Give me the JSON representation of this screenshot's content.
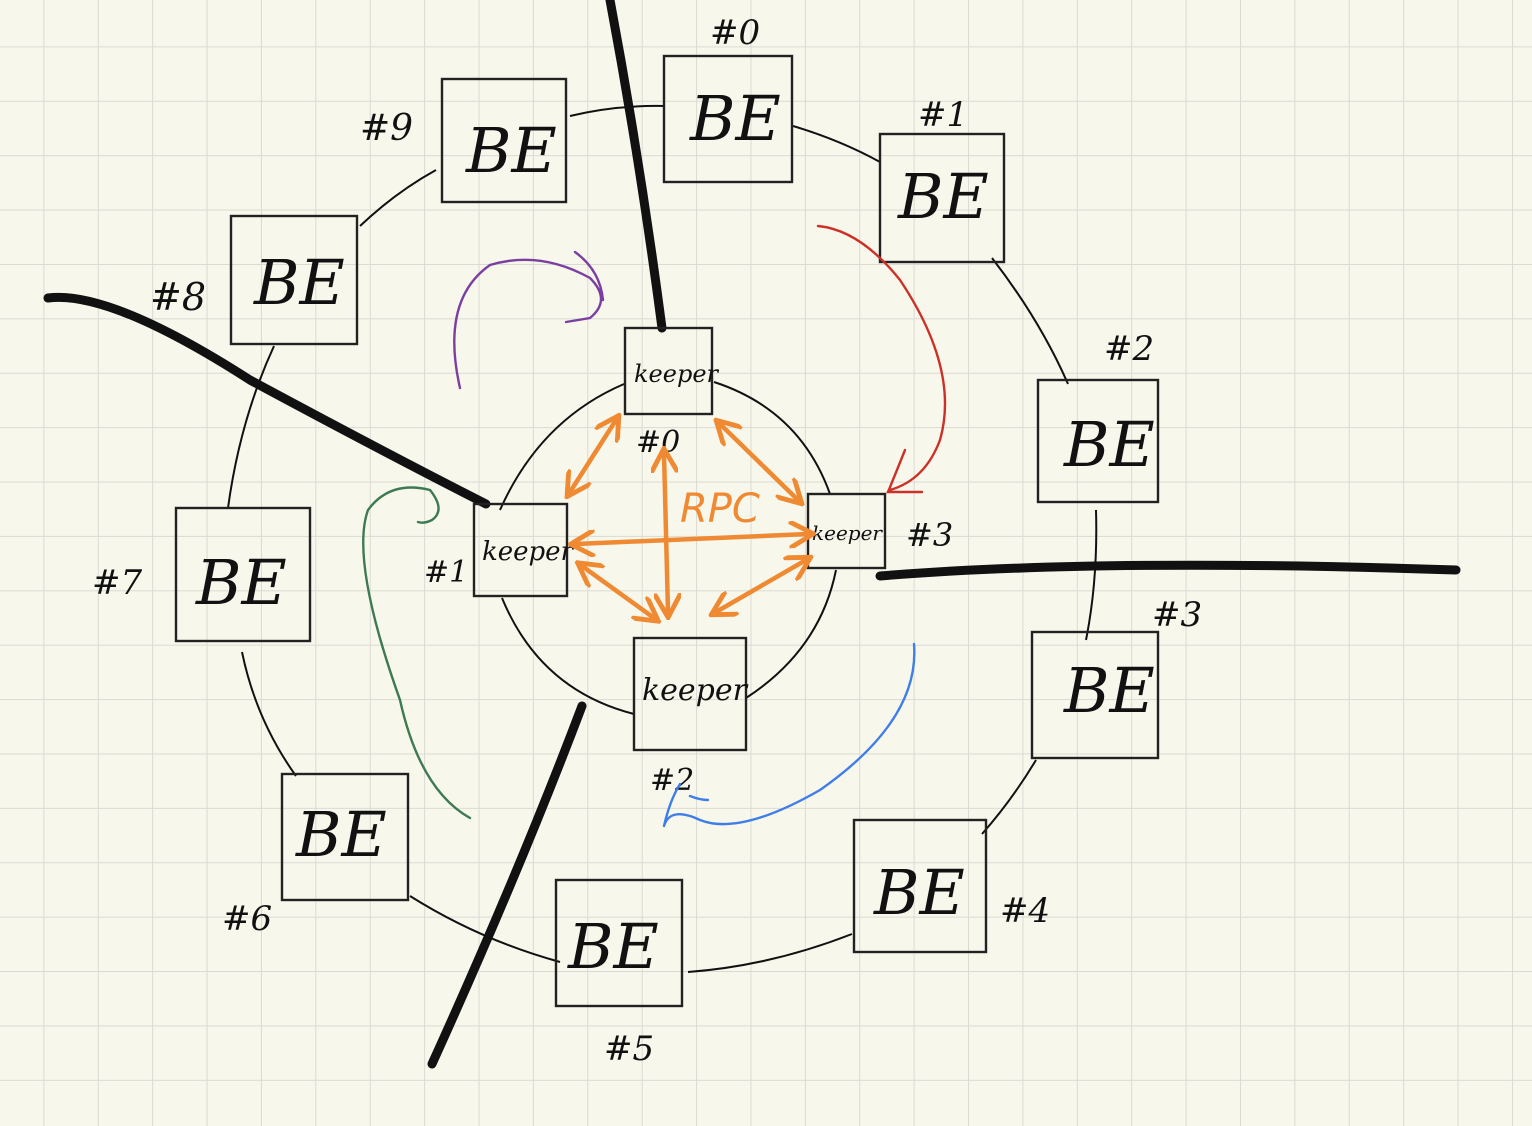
{
  "diagram": {
    "be_nodes": [
      {
        "text": "BE",
        "id": "#0"
      },
      {
        "text": "BE",
        "id": "#1"
      },
      {
        "text": "BE",
        "id": "#2"
      },
      {
        "text": "BE",
        "id": "#3"
      },
      {
        "text": "BE",
        "id": "#4"
      },
      {
        "text": "BE",
        "id": "#5"
      },
      {
        "text": "BE",
        "id": "#6"
      },
      {
        "text": "BE",
        "id": "#7"
      },
      {
        "text": "BE",
        "id": "#8"
      },
      {
        "text": "BE",
        "id": "#9"
      }
    ],
    "keepers": [
      {
        "text": "keeper",
        "id": "#0"
      },
      {
        "text": "keeper",
        "id": "#1"
      },
      {
        "text": "keeper",
        "id": "#2"
      },
      {
        "text": "keeper",
        "id": "#3"
      }
    ],
    "rpc_label": "RPC",
    "colors": {
      "ink": "#111111",
      "rpc_orange": "#ef8a33",
      "arrow_purple": "#7b3fa0",
      "arrow_red": "#cc3128",
      "arrow_blue": "#3f7ee8",
      "arrow_green": "#3d7a52",
      "paper": "#f8f7ec",
      "grid": "#d9dbd3"
    }
  }
}
